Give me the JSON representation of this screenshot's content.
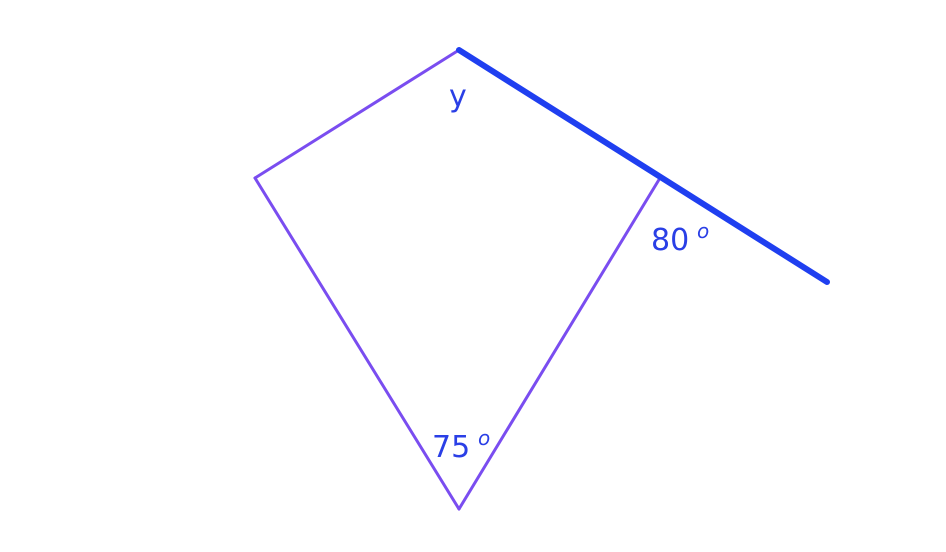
{
  "colors": {
    "quad_edge": "#7a4df0",
    "extended_line": "#1f3ff0",
    "label_text": "#2a3fe6"
  },
  "labels": {
    "top_angle": "y",
    "right_angle_value": "80",
    "right_angle_degree": "o",
    "bottom_angle_value": "75",
    "bottom_angle_degree": "o"
  }
}
